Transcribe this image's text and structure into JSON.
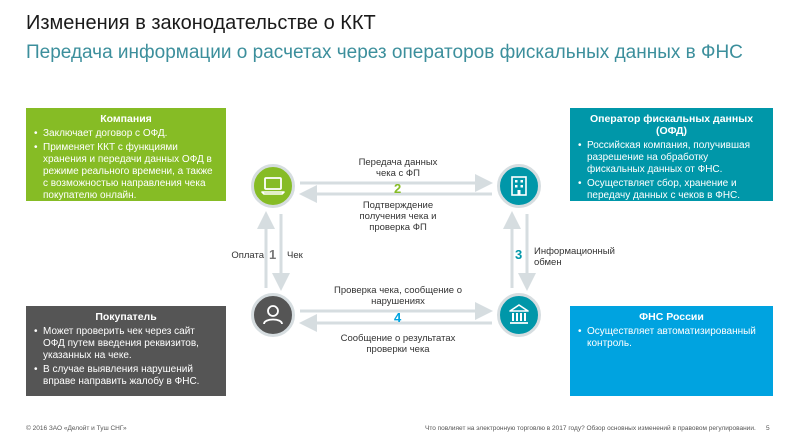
{
  "header": {
    "title": "Изменения в законодательстве о ККТ",
    "subtitle": "Передача информации о расчетах через операторов фискальных данных в ФНС"
  },
  "company": {
    "title": "Компания",
    "items": [
      "Заключает договор с ОФД.",
      "Применяет ККТ с функциями хранения и передачи данных ОФД в режиме реального времени, а также с возможностью направления чека покупателю онлайн."
    ]
  },
  "ofd": {
    "title": "Оператор фискальных данных (ОФД)",
    "items": [
      "Российская компания, получившая разрешение на обработку фискальных данных от ФНС.",
      "Осуществляет сбор, хранение и передачу данных с чеков в ФНС."
    ]
  },
  "buyer": {
    "title": "Покупатель",
    "items": [
      "Может проверить чек через сайт ОФД путем введения реквизитов, указанных на чеке.",
      "В случае выявления нарушений вправе направить жалобу в ФНС."
    ]
  },
  "fns": {
    "title": "ФНС России",
    "items": [
      "Осуществляет автоматизированный контроль."
    ]
  },
  "flows": {
    "f1_num": "1",
    "f1_left": "Оплата",
    "f1_right": "Чек",
    "f2_num": "2",
    "f2_top": "Передача данных чека с ФП",
    "f2_bottom": "Подтверждение получения чека и проверка ФП",
    "f3_num": "3",
    "f3_label": "Информационный обмен",
    "f4_num": "4",
    "f4_top": "Проверка чека, сообщение о нарушениях",
    "f4_bottom": "Сообщение о результатах проверки чека"
  },
  "icons": {
    "company": "laptop-icon",
    "ofd": "building-icon",
    "buyer": "person-icon",
    "fns": "government-building-icon"
  },
  "colors": {
    "green": "#86bc25",
    "teal": "#0097a9",
    "gray": "#555555",
    "blue": "#00a3e0",
    "arrow": "#d6dde0"
  },
  "footer": {
    "left": "© 2016 ЗАО «Делойт и Туш СНГ»",
    "center": "Что повлияет на электронную торговлю в 2017 году? Обзор основных изменений в правовом регулировании.",
    "page": "5"
  }
}
